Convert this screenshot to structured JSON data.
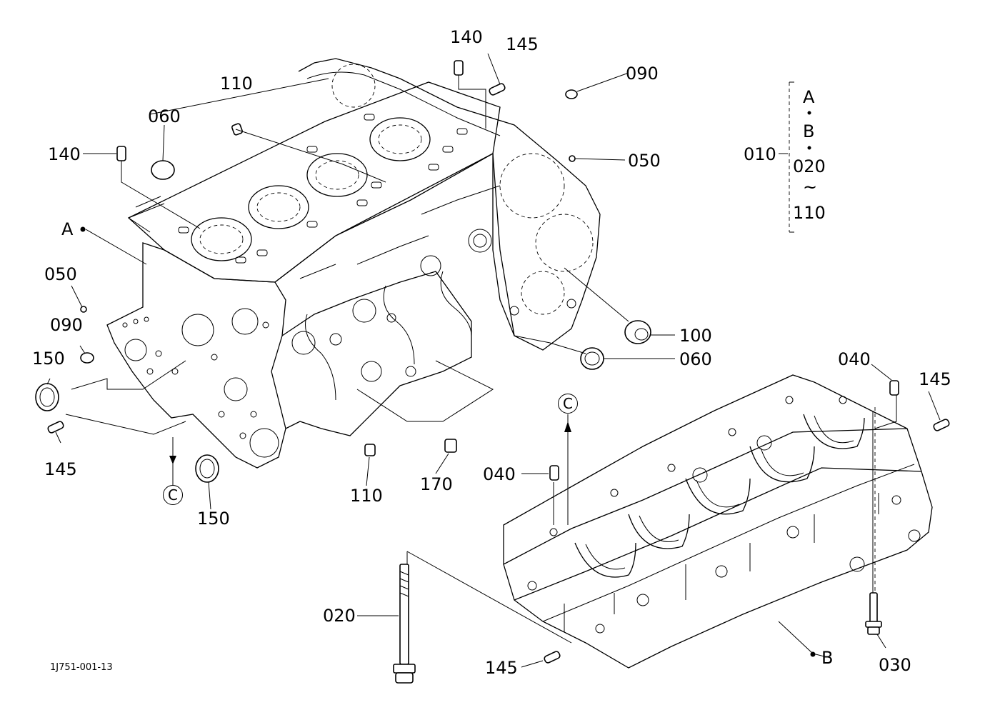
{
  "diagram": {
    "drawing_code": "1J751-001-13",
    "callouts": [
      {
        "id": "c140a",
        "text": "140"
      },
      {
        "id": "c145a",
        "text": "145"
      },
      {
        "id": "c090a",
        "text": "090"
      },
      {
        "id": "c110a",
        "text": "110"
      },
      {
        "id": "c060a",
        "text": "060"
      },
      {
        "id": "c140b",
        "text": "140"
      },
      {
        "id": "c050a",
        "text": "050"
      },
      {
        "id": "cA",
        "text": "A"
      },
      {
        "id": "c050b",
        "text": "050"
      },
      {
        "id": "c090b",
        "text": "090"
      },
      {
        "id": "c150a",
        "text": "150"
      },
      {
        "id": "c145b",
        "text": "145"
      },
      {
        "id": "c150b",
        "text": "150"
      },
      {
        "id": "c110b",
        "text": "110"
      },
      {
        "id": "c170",
        "text": "170"
      },
      {
        "id": "c100",
        "text": "100"
      },
      {
        "id": "c060b",
        "text": "060"
      },
      {
        "id": "c040a",
        "text": "040"
      },
      {
        "id": "c145c",
        "text": "145"
      },
      {
        "id": "c040b",
        "text": "040"
      },
      {
        "id": "c020",
        "text": "020"
      },
      {
        "id": "c145d",
        "text": "145"
      },
      {
        "id": "cB",
        "text": "B"
      },
      {
        "id": "c030",
        "text": "030"
      }
    ],
    "section_markers": [
      {
        "id": "secC1",
        "text": "C"
      },
      {
        "id": "secC2",
        "text": "C"
      }
    ],
    "assembly_legend": {
      "parent": "010",
      "members": [
        "A",
        "B",
        "020",
        "~",
        "110"
      ]
    }
  }
}
